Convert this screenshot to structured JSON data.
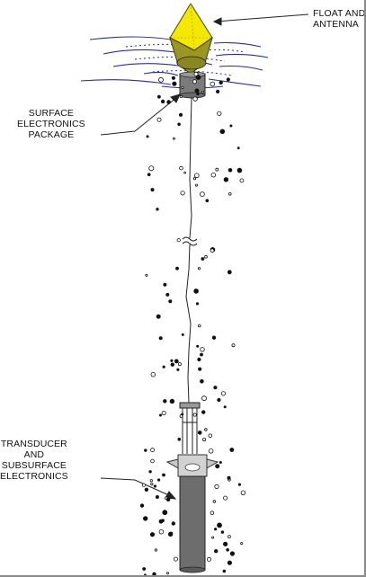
{
  "labels": {
    "float_antenna": "FLOAT AND\nANTENNA",
    "surface_package": "SURFACE\nELECTRONICS\nPACKAGE",
    "transducer": "TRANSDUCER\nAND\nSUBSURFACE\nELECTRONICS"
  },
  "colors": {
    "float_yellow": "#f5e800",
    "float_olive": "#9a9626",
    "package_grey": "#7b7b7b",
    "tube_grey": "#6d6d6d",
    "fin_grey": "#c8c8c8",
    "wave_blue": "#2c2ca0",
    "line": "#222222"
  }
}
